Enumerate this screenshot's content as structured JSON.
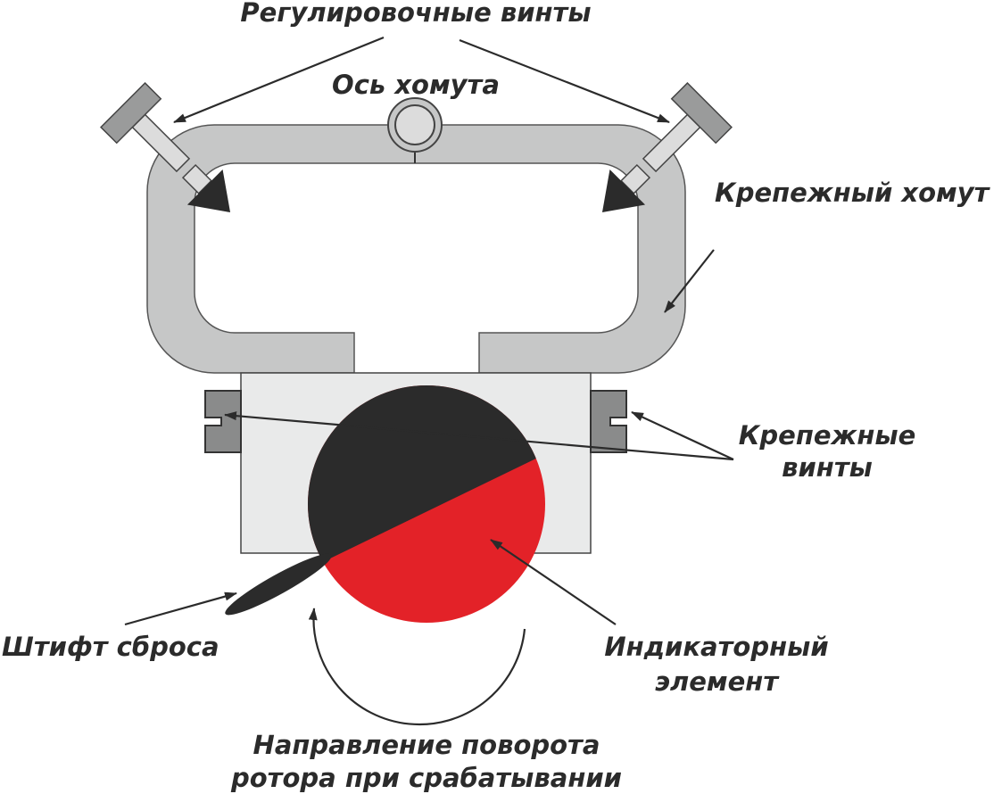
{
  "labels": {
    "adjusting_screws": "Регулировочные винты",
    "clamp_axis": "Ось хомута",
    "mounting_clamp": "Крепежный хомут",
    "mounting_screws_line1": "Крепежные",
    "mounting_screws_line2": "винты",
    "reset_pin": "Штифт сброса",
    "indicator_line1": "Индикаторный",
    "indicator_line2": "элемент",
    "rotation_line1": "Направление поворота",
    "rotation_line2": "ротора при срабатывании"
  },
  "colors": {
    "clamp": "#c6c7c7",
    "body": "#e9eaea",
    "screw": "#8a8b8b",
    "dark": "#2b2b2b",
    "red": "#e32228"
  }
}
